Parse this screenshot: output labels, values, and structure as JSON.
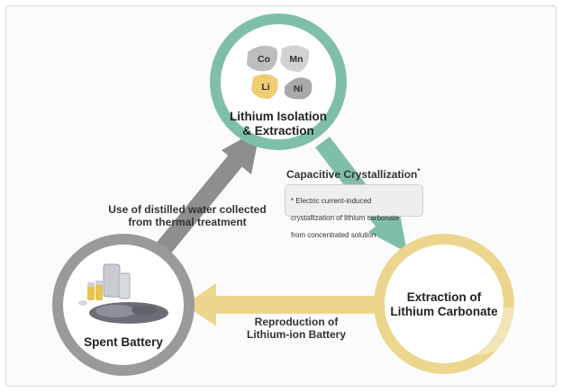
{
  "nodes": {
    "top": {
      "title_line1": "Lithium Isolation",
      "title_line2": "& Extraction",
      "color": "#7fbfa8"
    },
    "right": {
      "title_line1": "Extraction of",
      "title_line2": "Lithium Carbonate",
      "color": "#ecd68d"
    },
    "left": {
      "title": "Spent Battery",
      "color": "#9a9a9a"
    }
  },
  "elements": [
    {
      "symbol": "Co",
      "color": "#bdbdbd"
    },
    {
      "symbol": "Mn",
      "color": "#d2d2d2"
    },
    {
      "symbol": "Li",
      "color": "#f0cc73"
    },
    {
      "symbol": "Ni",
      "color": "#a9a9a9"
    }
  ],
  "edges": {
    "left_to_top": {
      "line1": "Use of distilled water collected",
      "line2": "from thermal treatment",
      "color": "#8e8e8e"
    },
    "top_to_right": {
      "label": "Capacitive Crystallization",
      "marker": "*",
      "color": "#7fbfa8",
      "note_line1": "* Electric current-induced",
      "note_line2": "crystallization of  lithium carbonate",
      "note_line3": "from concentrated solution"
    },
    "right_to_left": {
      "line1": "Reproduction of",
      "line2": "Lithium-ion Battery",
      "color": "#ecd68d"
    }
  }
}
